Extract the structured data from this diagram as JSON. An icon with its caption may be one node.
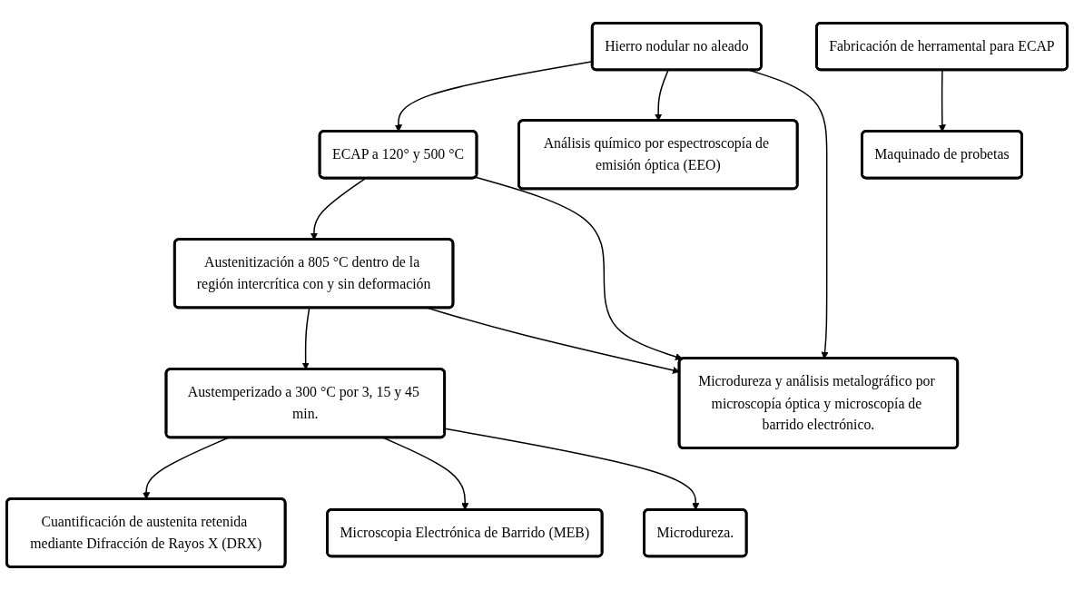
{
  "diagram": {
    "nodes": [
      {
        "text": [
          "Hierro nodular no aleado"
        ]
      },
      {
        "text": [
          "Análisis químico por espectroscopía de emisión óptica (EEO)"
        ]
      },
      {
        "text": [
          "Fabricación de herramental para ECAP"
        ]
      },
      {
        "text": [
          "ECAP a 120° y 500 °C"
        ]
      },
      {
        "text": [
          "Maquinado de probetas"
        ]
      },
      {
        "text": [
          "Austenitización a 805 °C dentro de la región intercrítica con y sin deformación"
        ]
      },
      {
        "text": [
          "Microdureza y análisis metalográfico por microscopía óptica y microscopía de barrido electrónico."
        ]
      },
      {
        "text": [
          "Austemperizado a 300 °C por 3, 15 y 45 min."
        ]
      },
      {
        "text": [
          "Cuantificación de austenita retenida mediante Difracción de Rayos X (DRX)"
        ]
      },
      {
        "text": [
          "Microscopia Electrónica de Barrido (MEB)"
        ]
      },
      {
        "text": [
          "Microdureza."
        ]
      }
    ],
    "edges": [
      {
        "from": 0,
        "to": 3,
        "arrow": "to"
      },
      {
        "from": 0,
        "to": 1,
        "arrow": "to"
      },
      {
        "from": 0,
        "to": 6,
        "arrow": "to"
      },
      {
        "from": 2,
        "to": 4,
        "arrow": "to"
      },
      {
        "from": 3,
        "to": 5,
        "arrow": "to"
      },
      {
        "from": 3,
        "to": 6,
        "arrow": "to"
      },
      {
        "from": 5,
        "to": 7,
        "arrow": "to"
      },
      {
        "from": 5,
        "to": 6,
        "arrow": "to"
      },
      {
        "from": 7,
        "to": 8,
        "arrow": "to"
      },
      {
        "from": 7,
        "to": 9,
        "arrow": "to"
      },
      {
        "from": 7,
        "to": 10,
        "arrow": "to"
      }
    ]
  }
}
